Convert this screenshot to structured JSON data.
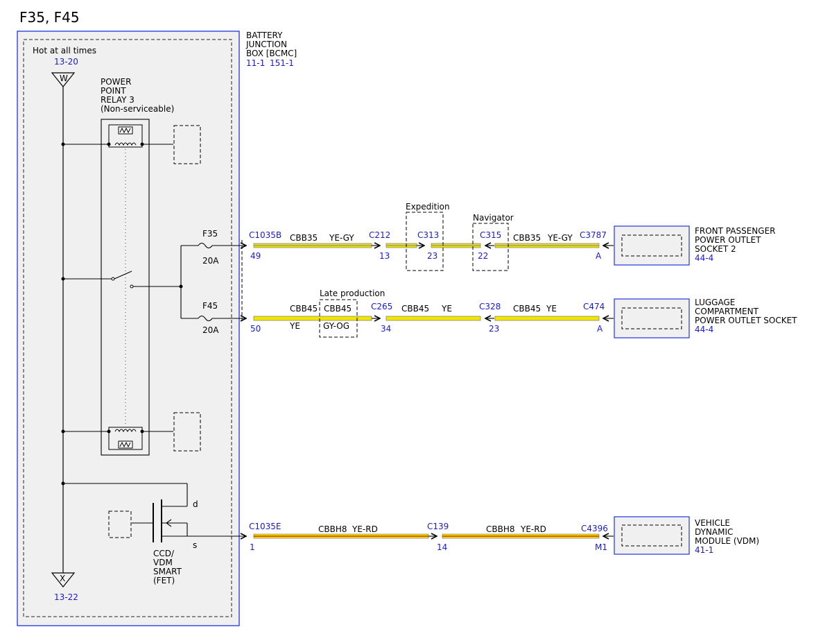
{
  "title": "F35, F45",
  "colors": {
    "box_border": "#2233dd",
    "box_fill": "#f0f0f0",
    "wire_yellow": "#f2e600",
    "wire_red": "#d42a1a",
    "wire_gray": "#9a9a9a",
    "ref_text": "#1a1ad6"
  },
  "bjb": {
    "label_lines": [
      "BATTERY",
      "JUNCTION",
      "BOX [BCMC]"
    ],
    "refs": [
      "11-1",
      "151-1"
    ],
    "hot_label": "Hot at all times",
    "top_ref": "13-20",
    "top_pin": "W",
    "bottom_ref": "13-22",
    "bottom_pin": "X"
  },
  "relay": {
    "label_lines": [
      "POWER",
      "POINT",
      "RELAY 3",
      "(Non-serviceable)"
    ]
  },
  "fet": {
    "label_lines": [
      "CCD/",
      "VDM",
      "SMART",
      "(FET)"
    ],
    "drain": "d",
    "source": "s"
  },
  "fuses": [
    {
      "name": "F35",
      "rating": "20A"
    },
    {
      "name": "F45",
      "rating": "20A"
    }
  ],
  "circuits": [
    {
      "id": "f35",
      "start_connector": "C1035B",
      "start_pin": "49",
      "segments": [
        {
          "circuit": "CBB35",
          "color": "YE-GY"
        },
        {
          "circuit": "CBB35",
          "color": "YE-GY"
        }
      ],
      "connectors": [
        {
          "name": "C212",
          "pin": "13"
        },
        {
          "name": "C313",
          "pin": "23"
        },
        {
          "name": "C315",
          "pin": "22"
        },
        {
          "name": "C3787",
          "pin": "A"
        }
      ],
      "options": [
        {
          "label": "Expedition"
        },
        {
          "label": "Navigator"
        }
      ],
      "device_lines": [
        "FRONT PASSENGER",
        "POWER OUTLET",
        "SOCKET 2"
      ],
      "device_ref": "44-4"
    },
    {
      "id": "f45",
      "start_connector": "C1035B",
      "start_pin": "50",
      "segments": [
        {
          "circuit": "CBB45",
          "color": "YE"
        },
        {
          "circuit": "CBB45",
          "color": "YE"
        },
        {
          "circuit": "CBB45",
          "color": "YE"
        }
      ],
      "late_production": {
        "label": "Late production",
        "circuit": "CBB45",
        "color": "GY-OG"
      },
      "connectors": [
        {
          "name": "C265",
          "pin": "34"
        },
        {
          "name": "C328",
          "pin": "23"
        },
        {
          "name": "C474",
          "pin": "A"
        }
      ],
      "device_lines": [
        "LUGGAGE",
        "COMPARTMENT",
        "POWER OUTLET SOCKET"
      ],
      "device_ref": "44-4"
    },
    {
      "id": "vdm",
      "start_connector": "C1035E",
      "start_pin": "1",
      "segments": [
        {
          "circuit": "CBBH8",
          "color": "YE-RD"
        },
        {
          "circuit": "CBBH8",
          "color": "YE-RD"
        }
      ],
      "connectors": [
        {
          "name": "C139",
          "pin": "14"
        },
        {
          "name": "C4396",
          "pin": "M1"
        }
      ],
      "device_lines": [
        "VEHICLE",
        "DYNAMIC",
        "MODULE (VDM)"
      ],
      "device_ref": "41-1"
    }
  ]
}
